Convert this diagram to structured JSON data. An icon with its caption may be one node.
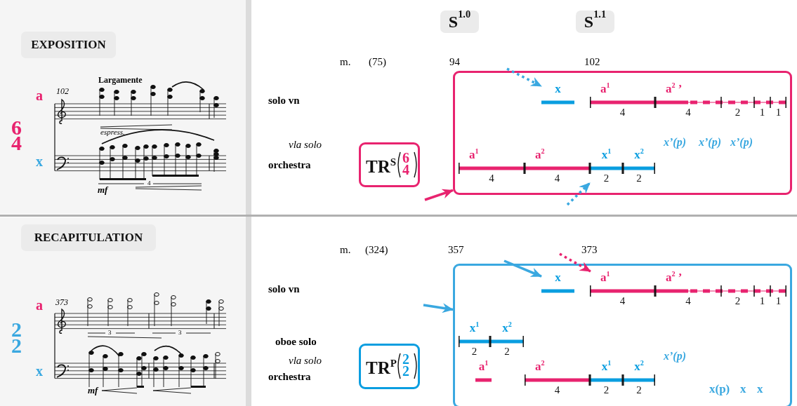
{
  "diagram": {
    "nodes": [
      {
        "text": [
          "EXPOSITION"
        ]
      },
      {
        "text": [
          "S$^{1.0}$"
        ]
      },
      {
        "text": [
          "S$^{1.1}$"
        ]
      },
      {
        "text": [
          "TR$^{S}$",
          "6",
          "4"
        ]
      },
      {
        "text": [],
        "shape": "box"
      },
      {
        "text": [
          "x"
        ],
        "in": 4
      },
      {
        "text": [
          "a$^{1}$"
        ],
        "in": 4,
        "beside": [
          "4"
        ]
      },
      {
        "text": [
          "a$^{2}$ ’"
        ],
        "in": 4,
        "beside": [
          "4",
          "2",
          "1",
          "1"
        ]
      },
      {
        "text": [
          "a$^{1}$"
        ],
        "in": 4,
        "beside": [
          "4"
        ]
      },
      {
        "text": [
          "a$^{2}$"
        ],
        "in": 4,
        "beside": [
          "4"
        ]
      },
      {
        "text": [
          "x$^{1}$"
        ],
        "in": 4,
        "beside": [
          "2"
        ]
      },
      {
        "text": [
          "x$^{2}$"
        ],
        "in": 4,
        "beside": [
          "2"
        ]
      },
      {
        "text": [
          "RECAPITULATION"
        ]
      },
      {
        "text": [
          "TR$^{P}$",
          "2",
          "2"
        ]
      },
      {
        "text": [],
        "shape": "box"
      },
      {
        "text": [
          "x"
        ],
        "in": 14
      },
      {
        "text": [
          "a$^{1}$"
        ],
        "in": 14,
        "beside": [
          "4"
        ]
      },
      {
        "text": [
          "a$^{2}$ ’"
        ],
        "in": 14,
        "beside": [
          "4",
          "2",
          "1",
          "1"
        ]
      },
      {
        "text": [
          "x$^{1}$"
        ],
        "in": 14,
        "beside": [
          "2"
        ]
      },
      {
        "text": [
          "x$^{2}$"
        ],
        "in": 14,
        "beside": [
          "2"
        ]
      },
      {
        "text": [
          "a$^{1}$"
        ],
        "in": 14
      },
      {
        "text": [
          "a$^{2}$"
        ],
        "in": 14,
        "beside": [
          "4"
        ]
      },
      {
        "text": [
          "x$^{1}$"
        ],
        "in": 14,
        "beside": [
          "2"
        ]
      },
      {
        "text": [
          "x$^{2}$"
        ],
        "in": 14,
        "beside": [
          "2"
        ]
      }
    ],
    "edges": [
      {
        "from": null,
        "to": 4,
        "arrow": "to",
        "color": "#e8236f"
      },
      {
        "from": null,
        "to": 5,
        "arrow": "to",
        "style": "dashed",
        "color": "#3aa8e0"
      },
      {
        "from": null,
        "to": 10,
        "arrow": "to",
        "style": "dashed",
        "color": "#3aa8e0"
      },
      {
        "from": null,
        "to": 14,
        "arrow": "to",
        "color": "#3aa8e0"
      },
      {
        "from": null,
        "to": 15,
        "arrow": "to",
        "color": "#3aa8e0"
      },
      {
        "from": null,
        "to": 16,
        "arrow": "to",
        "style": "dashed",
        "color": "#e8236f"
      }
    ],
    "labels": [
      "Largamente",
      "102",
      "a",
      "6",
      "4",
      "espress.",
      "x",
      "4",
      "mf",
      "m.",
      "(75)",
      "94",
      "102",
      "solo vn",
      "vla solo",
      "x’(p)",
      "x’(p)",
      "x’(p)",
      "orchestra",
      "373",
      "a",
      "2",
      "2",
      "3",
      "3",
      "x",
      "mf",
      "m.",
      "(324)",
      "357",
      "373",
      "solo vn",
      "x’(p)",
      "oboe solo",
      "vla solo",
      "x(p)",
      "x",
      "x",
      "orchestra"
    ]
  }
}
